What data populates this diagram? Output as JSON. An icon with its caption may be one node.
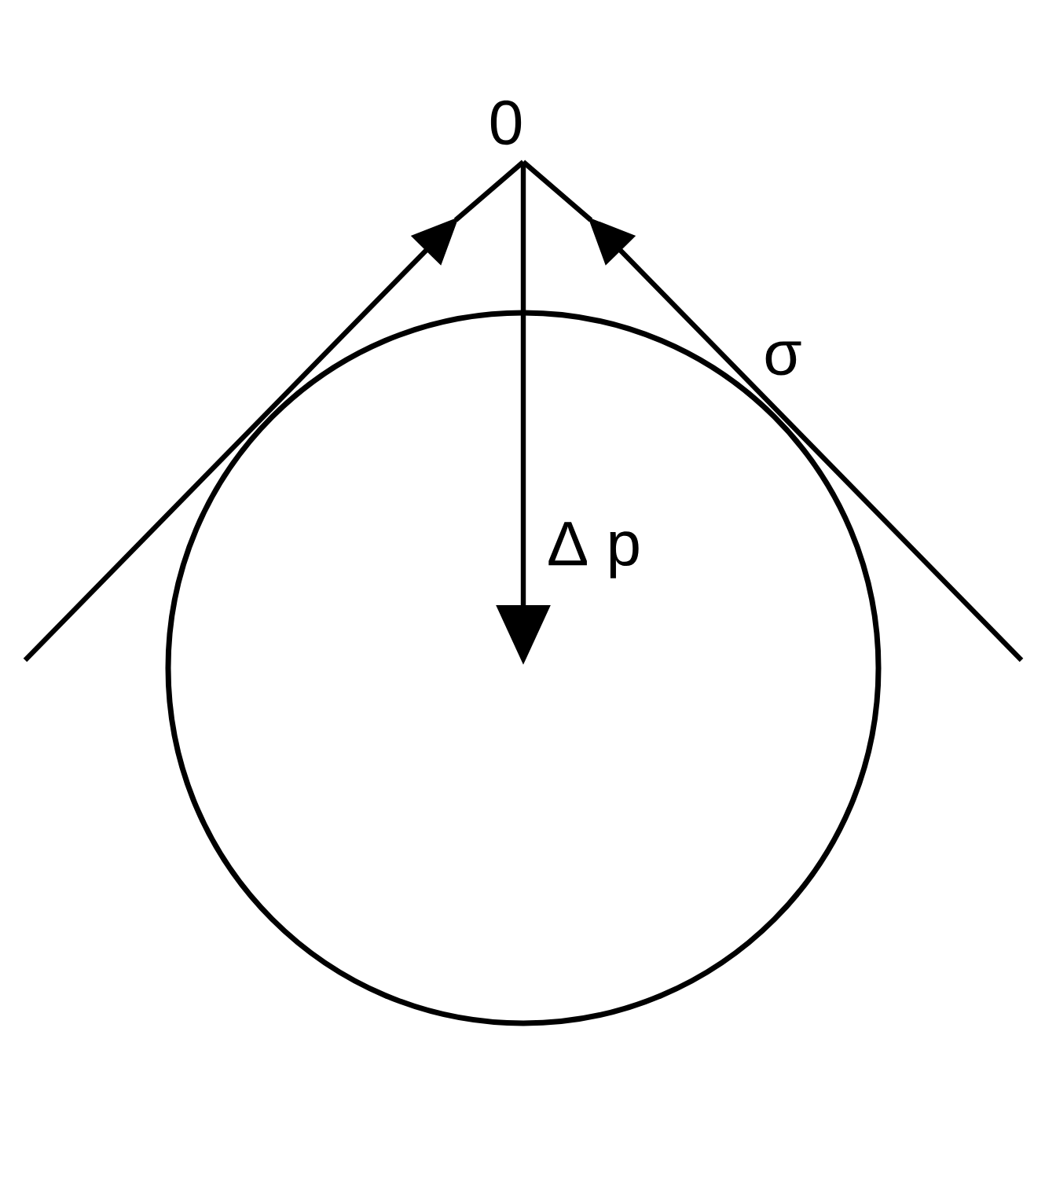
{
  "diagram": {
    "nodes": [
      {
        "text": [],
        "shape": "circle"
      }
    ],
    "labels": [
      "0",
      "σ",
      "Δ p"
    ]
  }
}
